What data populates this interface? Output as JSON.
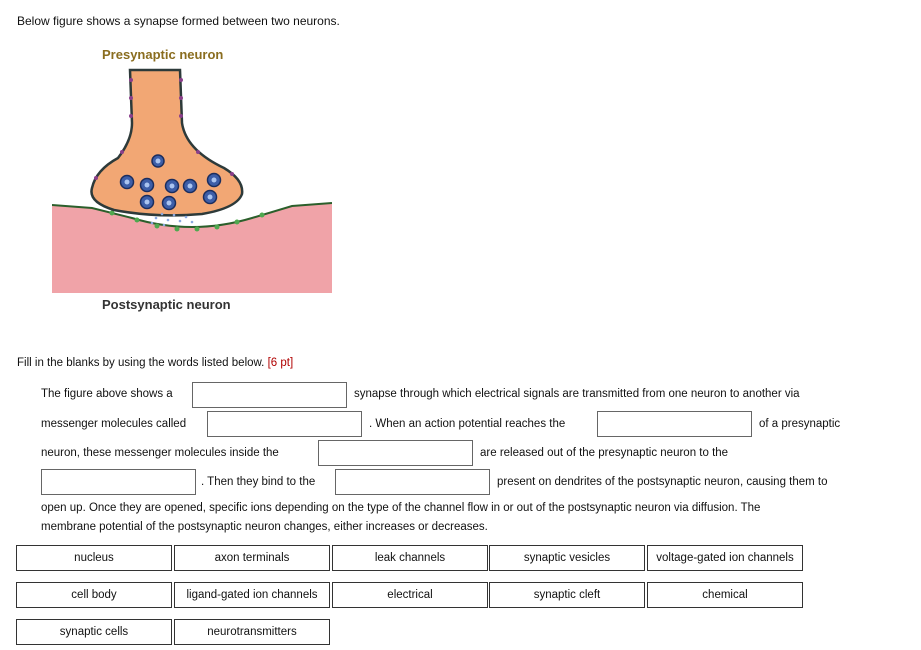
{
  "intro": "Below figure shows a synapse formed between two neurons.",
  "figure": {
    "presynaptic_label": "Presynaptic neuron",
    "postsynaptic_label": "Postsynaptic neuron"
  },
  "instructions": {
    "text": "Fill in the blanks by using the words listed below.",
    "points": "[6 pt]"
  },
  "passage": {
    "s1": "The figure above shows a",
    "s2": "synapse through which electrical signals are transmitted from one neuron to another via",
    "s3": "messenger molecules called",
    "s4": ". When an action potential reaches the",
    "s5": "of a presynaptic",
    "s6": "neuron, these messenger molecules inside the",
    "s7": "are released out of the presynaptic neuron to the",
    "s8": ". Then they bind to the",
    "s9": "present on dendrites of the postsynaptic neuron, causing them to",
    "s10": "open up. Once they are opened, specific ions depending on the type of the channel flow in or out of the postsynaptic neuron via diffusion. The",
    "s11": "membrane potential of the postsynaptic neuron changes, either increases or decreases."
  },
  "word_bank": [
    "nucleus",
    "axon terminals",
    "leak channels",
    "synaptic vesicles",
    "voltage-gated ion channels",
    "cell body",
    "ligand-gated ion channels",
    "electrical",
    "synaptic cleft",
    "chemical",
    "synaptic cells",
    "neurotransmitters"
  ]
}
